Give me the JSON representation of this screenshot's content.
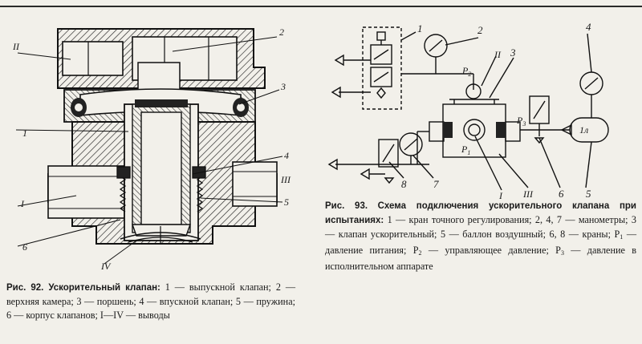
{
  "figure92": {
    "labels": {
      "l2": "II",
      "l2n": "2",
      "l3n": "3",
      "l1n": "1",
      "l4n": "4",
      "l3r": "III",
      "lI": "I",
      "l5n": "5",
      "l6n": "6",
      "lIV": "IV"
    },
    "caption_title": "Рис. 92.",
    "caption_title2": "Ускорительный клапан:",
    "caption_text": " 1 — выпускной клапан; 2 — верхняя камера; 3 — поршень; 4 — впускной клапан; 5 — пружина; 6 — корпус клапанов; I—IV — выводы"
  },
  "figure93": {
    "labels": {
      "n1": "1",
      "n2": "2",
      "n3": "3",
      "n4": "4",
      "p2": "P",
      "p2sub": "2",
      "rII": "II",
      "p3": "P",
      "p3sub": "3",
      "tank": "1л",
      "p1": "P",
      "p1sub": "1",
      "n8": "8",
      "n7": "7",
      "rI": "I",
      "rIII": "III",
      "n6": "6",
      "n5": "5"
    },
    "caption_title": "Рис. 93.",
    "caption_title2": "Схема подключения ускорительного клапана при испытаниях:",
    "caption_text_a": " 1 — кран точного регулирования; 2, 4, 7 — манометры; 3 — клапан ускорительный; 5 — баллон воздушный; 6, 8 — краны; P",
    "caption_sub_1": "1",
    "caption_text_b": " — давление питания; P",
    "caption_sub_2": "2",
    "caption_text_c": " — управляющее давление; P",
    "caption_sub_3": "3",
    "caption_text_d": " — давление в исполнительном аппарате"
  }
}
